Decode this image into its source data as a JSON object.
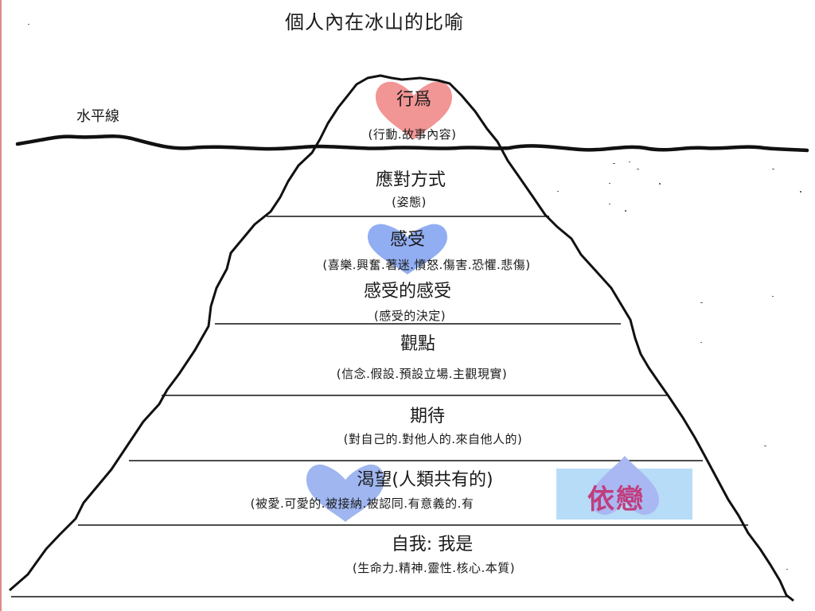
{
  "title": "個人內在冰山的比喻",
  "horizon_label": "水平線",
  "layers": [
    {
      "title": "行爲",
      "subtitle": "(行動.故事內容)"
    },
    {
      "title": "應對方式",
      "subtitle": "(姿態)"
    },
    {
      "title": "感受",
      "subtitle": "(喜樂.興奮.著迷.憤怒.傷害.恐懼.悲傷)"
    },
    {
      "title": "感受的感受",
      "subtitle": "(感受的決定)"
    },
    {
      "title": "觀點",
      "subtitle": "(信念.假設.預設立場.主觀現實)"
    },
    {
      "title": "期待",
      "subtitle": "(對自己的.對他人的.來自他人的)"
    },
    {
      "title": "渴望(人類共有的)",
      "subtitle": "(被愛.可愛的.被接納.被認同.有意義的.有"
    },
    {
      "title": "自我: 我是",
      "subtitle": "(生命力.精神.靈性.核心.本質)"
    }
  ],
  "dependency_label": "依戀",
  "colors": {
    "behavior_heart": "#f29595",
    "feeling_heart": "#92aef2",
    "longing_heart": "#9fb6f0",
    "dependency_box": "#b7dcf7",
    "dependency_heart": "#a9b8f2",
    "dependency_text": "#c03e7e",
    "line": "#111111"
  },
  "icons": {
    "behavior": "heart-icon",
    "feeling": "heart-icon",
    "longing": "heart-icon",
    "dependency": "heart-icon"
  }
}
